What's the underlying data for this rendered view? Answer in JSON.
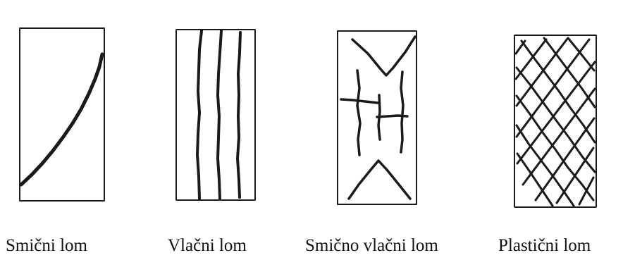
{
  "figure": {
    "panels": [
      {
        "id": "shear",
        "label": "Smični lom"
      },
      {
        "id": "tensile",
        "label": "Vlačni lom"
      },
      {
        "id": "shear-tensile",
        "label": "Smično vlačni lom"
      },
      {
        "id": "plastic",
        "label": "Plastični lom"
      }
    ]
  },
  "colors": {
    "ink": "#1a1a1a",
    "paper": "#ffffff"
  }
}
